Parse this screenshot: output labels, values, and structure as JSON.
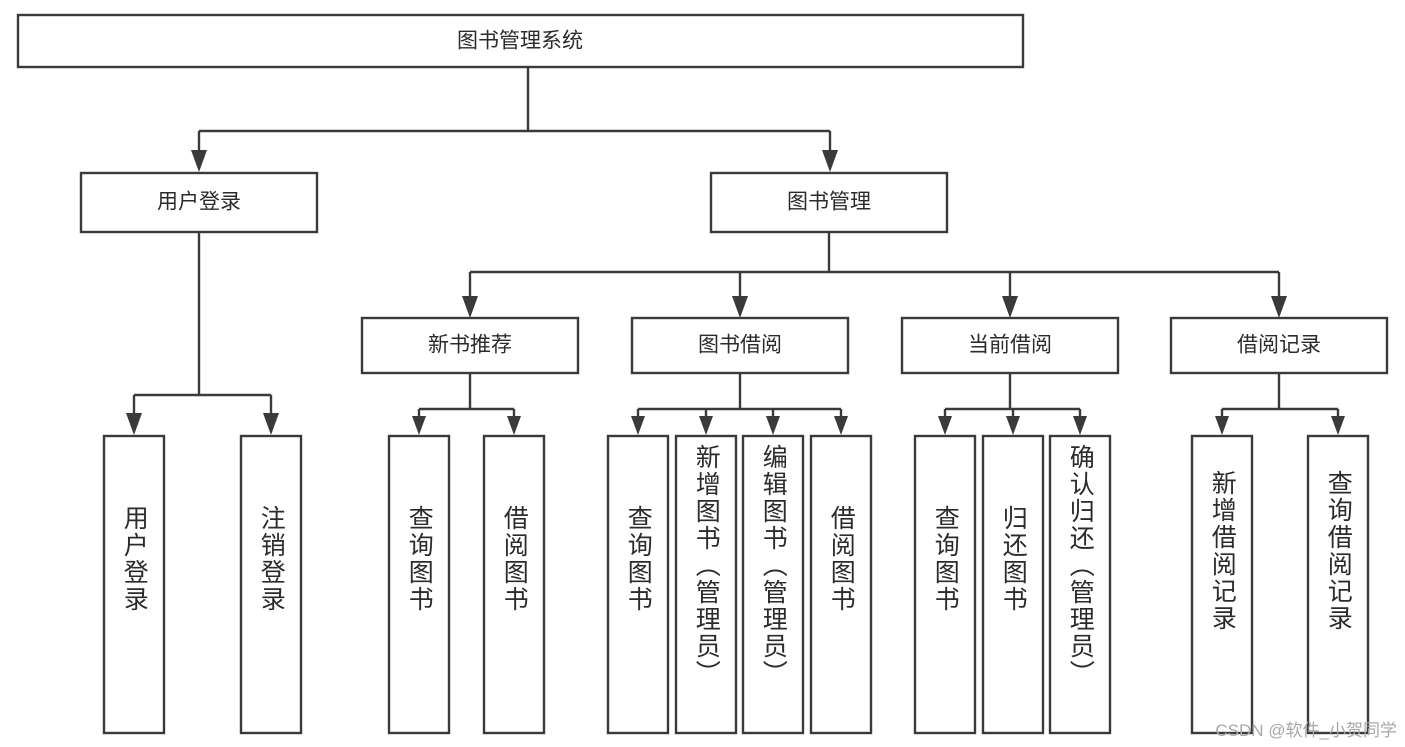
{
  "diagram": {
    "title": "图书管理系统",
    "type": "tree-hierarchy-chart",
    "root": {
      "label": "图书管理系统"
    },
    "level2": [
      {
        "label": "用户登录"
      },
      {
        "label": "图书管理"
      }
    ],
    "level3": [
      {
        "label": "新书推荐"
      },
      {
        "label": "图书借阅"
      },
      {
        "label": "当前借阅"
      },
      {
        "label": "借阅记录"
      }
    ],
    "leaves": {
      "user_login": [
        {
          "label": "用户登录"
        },
        {
          "label": "注销登录"
        }
      ],
      "new_book_recommend": [
        {
          "label": "查询图书"
        },
        {
          "label": "借阅图书"
        }
      ],
      "book_borrow": [
        {
          "label": "查询图书"
        },
        {
          "label": "新增图书（管理员）"
        },
        {
          "label": "编辑图书（管理员）"
        },
        {
          "label": "借阅图书"
        }
      ],
      "current_borrow": [
        {
          "label": "查询图书"
        },
        {
          "label": "归还图书"
        },
        {
          "label": "确认归还（管理员）"
        }
      ],
      "borrow_record": [
        {
          "label": "新增借阅记录"
        },
        {
          "label": "查询借阅记录"
        }
      ]
    }
  },
  "watermark": {
    "text": "CSDN @软件_小贺同学"
  },
  "colors": {
    "stroke": "#3a3a3a",
    "fill": "#ffffff",
    "text": "#2b2b2b",
    "watermark": "#a8a8a8"
  }
}
